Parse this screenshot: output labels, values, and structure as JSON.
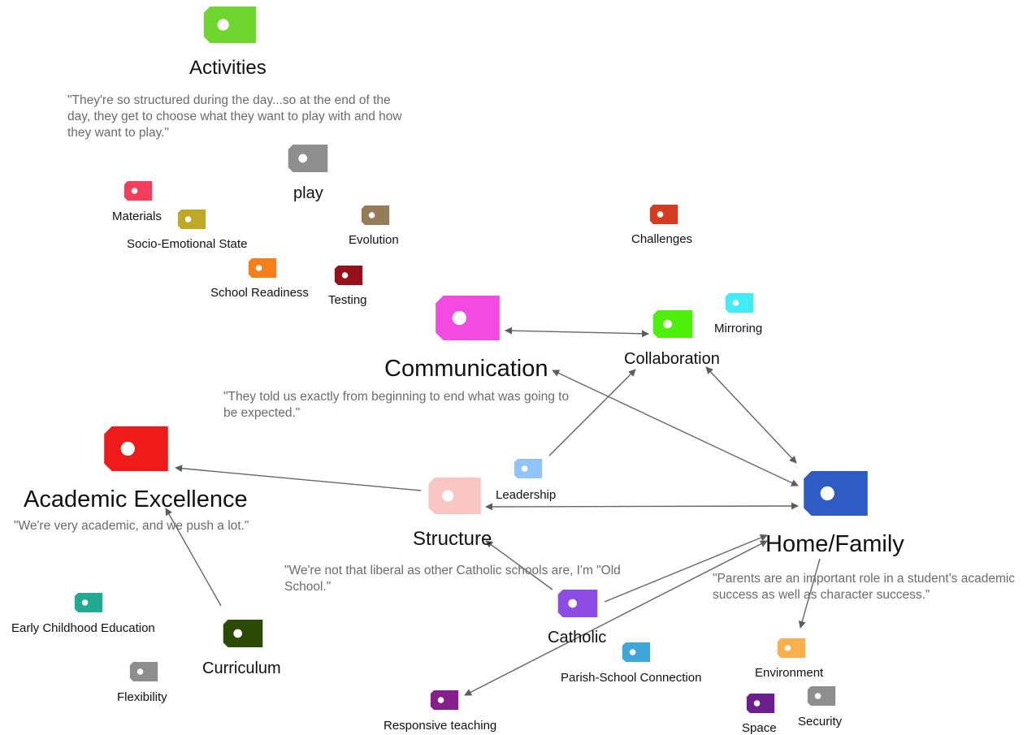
{
  "nodes": {
    "activities": {
      "label": "Activities",
      "color": "#6fd62e",
      "quote": "\"They're so structured during the day...so at the end of the day, they get to choose what they want to play with and how they want to play.\""
    },
    "play": {
      "label": "play",
      "color": "#8e8e8e"
    },
    "materials": {
      "label": "Materials",
      "color": "#f43e5c"
    },
    "socio_emotional": {
      "label": "Socio-Emotional State",
      "color": "#bfa826"
    },
    "evolution": {
      "label": "Evolution",
      "color": "#977a57"
    },
    "school_readiness": {
      "label": "School Readiness",
      "color": "#f57f1b"
    },
    "testing": {
      "label": "Testing",
      "color": "#94111a"
    },
    "challenges": {
      "label": "Challenges",
      "color": "#d43c22"
    },
    "communication": {
      "label": "Communication",
      "color": "#f34ae2",
      "quote": "\"They told us exactly from beginning to end what was going to be expected.\""
    },
    "collaboration": {
      "label": "Collaboration",
      "color": "#4cf00a"
    },
    "mirroring": {
      "label": "Mirroring",
      "color": "#40ecf5"
    },
    "academic_excellence": {
      "label": "Academic Excellence",
      "color": "#ef1a1a",
      "quote": "\"We're very academic, and we push a lot.\""
    },
    "leadership": {
      "label": "Leadership",
      "color": "#92c4f7"
    },
    "structure": {
      "label": "Structure",
      "color": "#fbc6c2",
      "quote": "\"We're not that liberal as other Catholic schools are, I'm \"Old School.\""
    },
    "home_family": {
      "label": "Home/Family",
      "color": "#2e5bc4",
      "quote": "\"Parents are an important role in a student's academic success as well as character success.\""
    },
    "catholic": {
      "label": "Catholic",
      "color": "#8d4de2"
    },
    "early_childhood": {
      "label": "Early Childhood Education",
      "color": "#23a991"
    },
    "curriculum": {
      "label": "Curriculum",
      "color": "#2a4a05"
    },
    "flexibility": {
      "label": "Flexibility",
      "color": "#8e8e8e"
    },
    "parish_school": {
      "label": "Parish-School Connection",
      "color": "#3fa6dc"
    },
    "environment": {
      "label": "Environment",
      "color": "#fbae4c"
    },
    "responsive_teaching": {
      "label": "Responsive teaching",
      "color": "#861e8c"
    },
    "space": {
      "label": "Space",
      "color": "#6c1e8e"
    },
    "security": {
      "label": "Security",
      "color": "#8e8e8e"
    }
  }
}
